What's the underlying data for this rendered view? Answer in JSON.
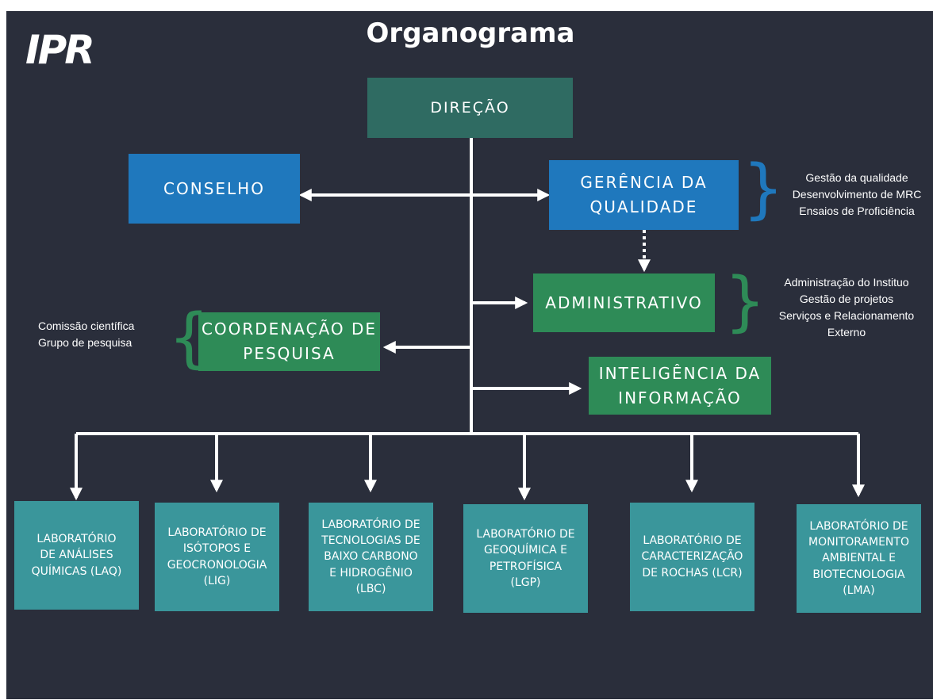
{
  "logo": "IPR",
  "title": "Organograma",
  "nodes": {
    "direcao": "DIREÇÃO",
    "conselho": "CONSELHO",
    "gerencia": "GERÊNCIA DA\nQUALIDADE",
    "administrativo": "ADMINISTRATIVO",
    "coordenacao": "COORDENAÇÃO DE\nPESQUISA",
    "inteligencia": "INTELIGÊNCIA DA\nINFORMAÇÃO"
  },
  "notes": {
    "gerencia": "Gestão da qualidade\nDesenvolvimento de MRC\nEnsaios de Proficiência",
    "administrativo": "Administração do Instituo\nGestão de projetos\nServiços e Relacionamento\nExterno",
    "coordenacao": "Comissão científica\nGrupo de pesquisa"
  },
  "labs": [
    "LABORATÓRIO\nDE ANÁLISES\nQUÍMICAS (LAQ)",
    "LABORATÓRIO DE\nISÓTOPOS E\nGEOCRONOLOGIA\n(LIG)",
    "LABORATÓRIO DE\nTECNOLOGIAS DE\nBAIXO CARBONO\nE HIDROGÊNIO\n(LBC)",
    "LABORATÓRIO DE\nGEOQUÍMICA E\nPETROFÍSICA\n(LGP)",
    "LABORATÓRIO DE\nCARACTERIZAÇÃO\nDE ROCHAS (LCR)",
    "LABORATÓRIO DE\nMONITORAMENTO\nAMBIENTAL E\nBIOTECNOLOGIA\n(LMA)"
  ],
  "colors": {
    "background": "#2a2e3b",
    "direcao": "#2f6b62",
    "blue": "#1f78bd",
    "green": "#2e8b57",
    "lab": "#3a969b",
    "connector": "#ffffff"
  }
}
